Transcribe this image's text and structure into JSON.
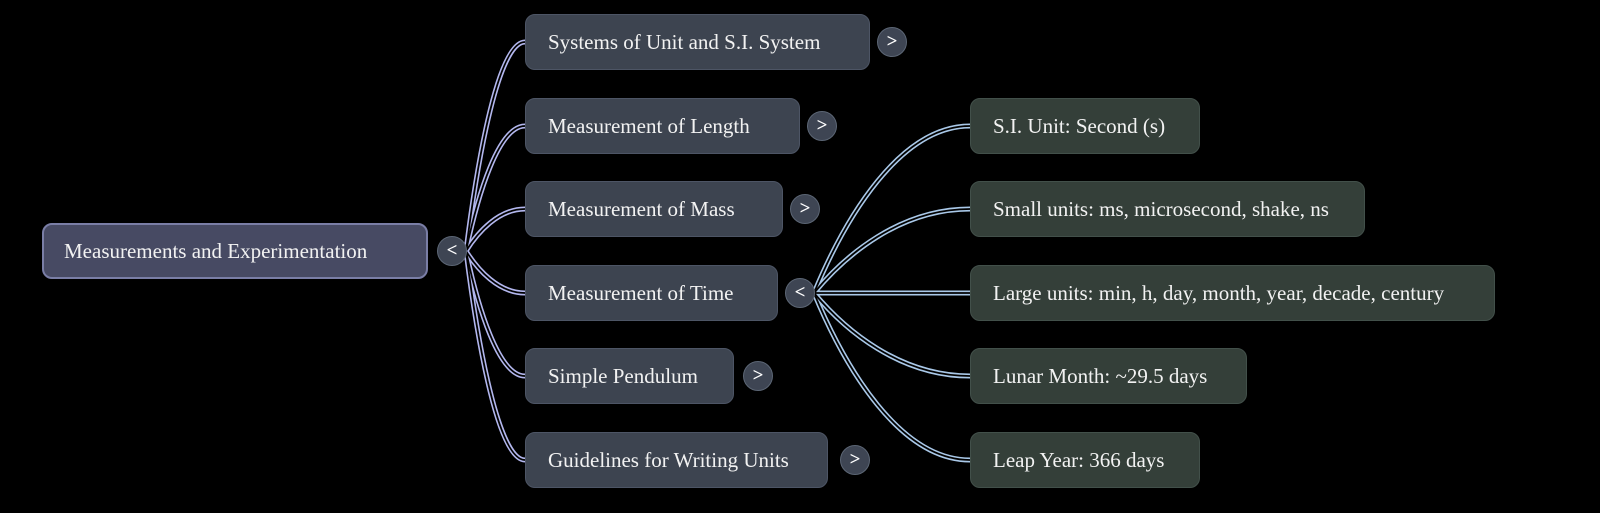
{
  "root": {
    "label": "Measurements and Experimentation",
    "toggle": "<"
  },
  "branches": [
    {
      "label": "Systems of Unit and S.I. System",
      "toggle": ">"
    },
    {
      "label": "Measurement of Length",
      "toggle": ">"
    },
    {
      "label": "Measurement of Mass",
      "toggle": ">"
    },
    {
      "label": "Measurement of Time",
      "toggle": "<"
    },
    {
      "label": "Simple Pendulum",
      "toggle": ">"
    },
    {
      "label": "Guidelines for Writing Units",
      "toggle": ">"
    }
  ],
  "leaves": [
    {
      "label": "S.I. Unit: Second (s)"
    },
    {
      "label": "Small units: ms, microsecond, shake, ns"
    },
    {
      "label": "Large units: min, h, day, month, year, decade, century"
    },
    {
      "label": "Lunar Month: ~29.5 days"
    },
    {
      "label": "Leap Year: 366 days"
    }
  ],
  "colors": {
    "background": "#000000",
    "root_fill": "#474a63",
    "root_border": "#7a7ea6",
    "branch_fill": "#3d4450",
    "leaf_fill": "#343f39",
    "toggle_fill": "#3e4553",
    "link_left": "#b3b7ee",
    "link_right": "#a9c8e8",
    "text": "#f2f2f2"
  }
}
